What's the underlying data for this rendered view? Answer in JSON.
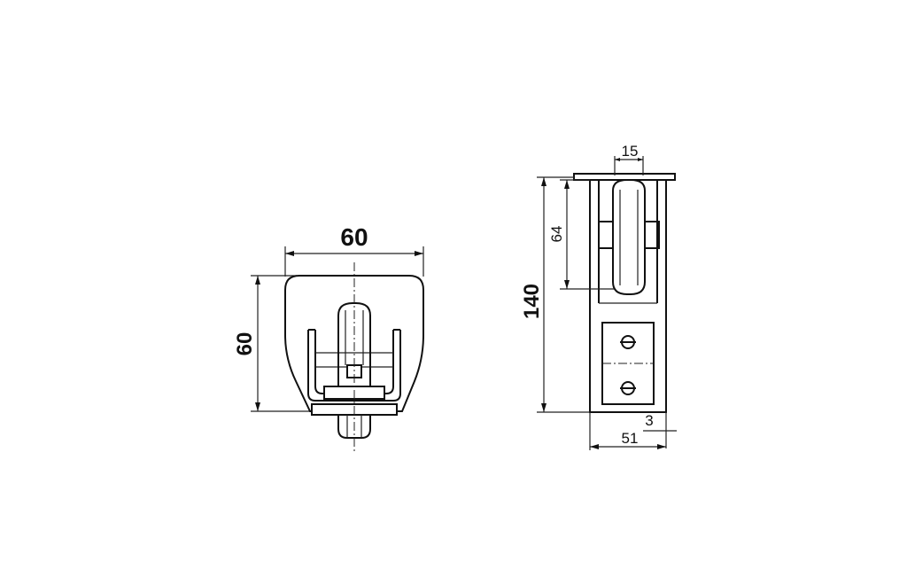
{
  "front_view": {
    "width_dim": "60",
    "height_dim": "60"
  },
  "side_view": {
    "top_dim": "15",
    "upper_dim": "64",
    "total_height_dim": "140",
    "small_dim": "3",
    "bottom_width_dim": "51"
  },
  "colors": {
    "line": "#111111",
    "background": "#ffffff"
  }
}
